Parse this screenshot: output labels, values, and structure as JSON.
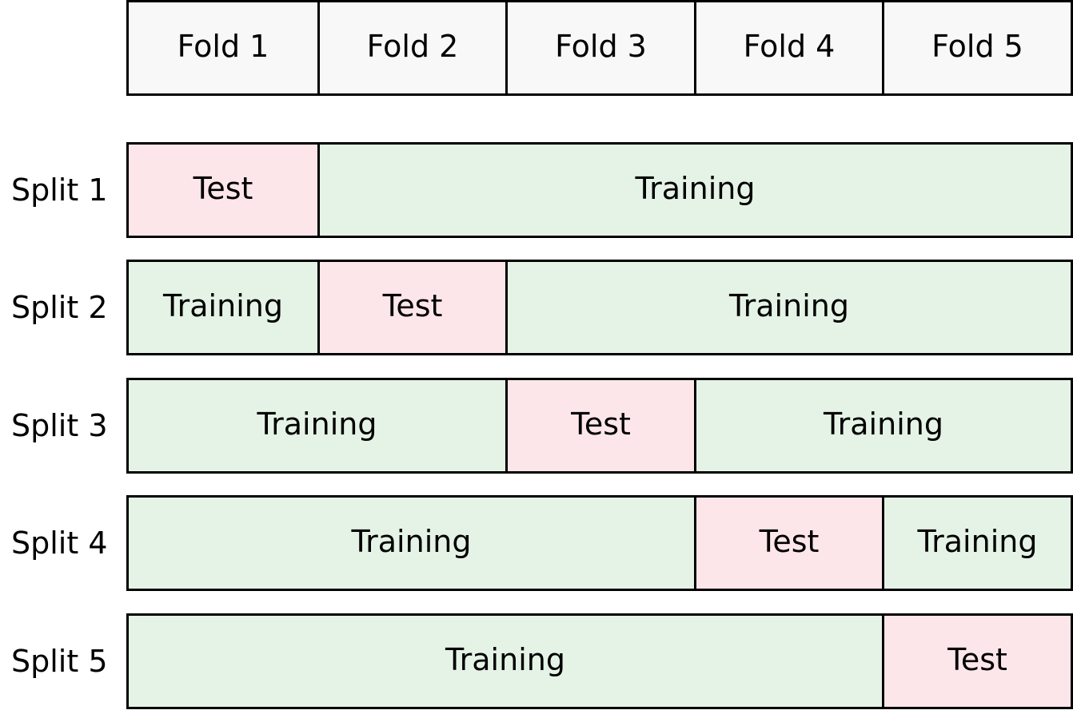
{
  "colors": {
    "fold_header": "#f8f8f8",
    "training": "#e5f3e6",
    "test": "#fde6ea",
    "border": "#000000"
  },
  "folds": [
    "Fold 1",
    "Fold 2",
    "Fold 3",
    "Fold 4",
    "Fold 5"
  ],
  "splits": [
    {
      "label": "Split 1",
      "segments": [
        {
          "kind": "test",
          "text": "Test",
          "folds": 1
        },
        {
          "kind": "training",
          "text": "Training",
          "folds": 4
        }
      ]
    },
    {
      "label": "Split 2",
      "segments": [
        {
          "kind": "training",
          "text": "Training",
          "folds": 1
        },
        {
          "kind": "test",
          "text": "Test",
          "folds": 1
        },
        {
          "kind": "training",
          "text": "Training",
          "folds": 3
        }
      ]
    },
    {
      "label": "Split 3",
      "segments": [
        {
          "kind": "training",
          "text": "Training",
          "folds": 2
        },
        {
          "kind": "test",
          "text": "Test",
          "folds": 1
        },
        {
          "kind": "training",
          "text": "Training",
          "folds": 2
        }
      ]
    },
    {
      "label": "Split 4",
      "segments": [
        {
          "kind": "training",
          "text": "Training",
          "folds": 3
        },
        {
          "kind": "test",
          "text": "Test",
          "folds": 1
        },
        {
          "kind": "training",
          "text": "Training",
          "folds": 1
        }
      ]
    },
    {
      "label": "Split 5",
      "segments": [
        {
          "kind": "training",
          "text": "Training",
          "folds": 4
        },
        {
          "kind": "test",
          "text": "Test",
          "folds": 1
        }
      ]
    }
  ]
}
